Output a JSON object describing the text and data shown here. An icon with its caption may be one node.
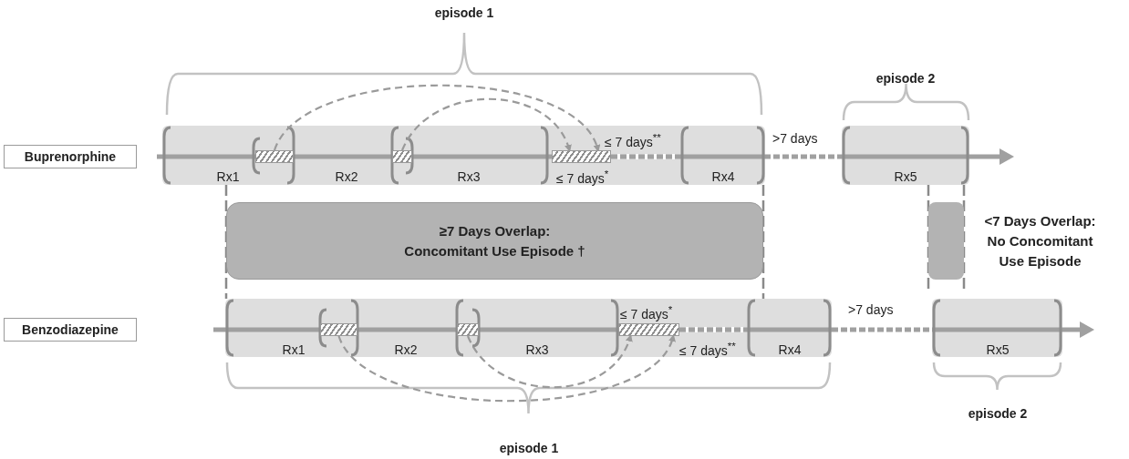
{
  "diagram": {
    "nodes": [
      {
        "text": [
          "Buprenorphine"
        ]
      },
      {
        "text": [],
        "shape": "bar"
      },
      {
        "text": [],
        "shape": "bar"
      },
      {
        "text": [],
        "shape": "bar"
      },
      {
        "text": [
          "≥7 Days Overlap: Concomitant Use Episode †"
        ]
      },
      {
        "text": [],
        "shape": "box",
        "beside": [
          "<7 Days Overlap: No Concomitant Use Episode"
        ]
      },
      {
        "text": [
          "Benzodiazepine"
        ]
      },
      {
        "text": [],
        "shape": "bar"
      },
      {
        "text": [],
        "shape": "bar"
      },
      {
        "text": [],
        "shape": "bar"
      }
    ],
    "edges": [
      {
        "from": 1,
        "to": 3,
        "arrow": "to",
        "style": "dashed"
      },
      {
        "from": 2,
        "to": 3,
        "arrow": "to",
        "style": "dashed"
      },
      {
        "from": 7,
        "to": 9,
        "arrow": "to",
        "style": "dashed"
      },
      {
        "from": 8,
        "to": 9,
        "arrow": "to",
        "style": "dashed"
      }
    ],
    "labels": [
      "episode 1",
      "episode 2",
      "≤ 7 days$^{**}$",
      ">7 days",
      "Rx1",
      "Rx2",
      "Rx3",
      "≤ 7 days$^{*}$",
      "Rx4",
      "Rx5",
      "≤ 7 days$^{*}$",
      ">7 days",
      "≤ 7 days$^{**}$",
      "Rx1",
      "Rx2",
      "Rx3",
      "Rx4",
      "Rx5",
      "episode 2",
      "episode 1"
    ]
  }
}
